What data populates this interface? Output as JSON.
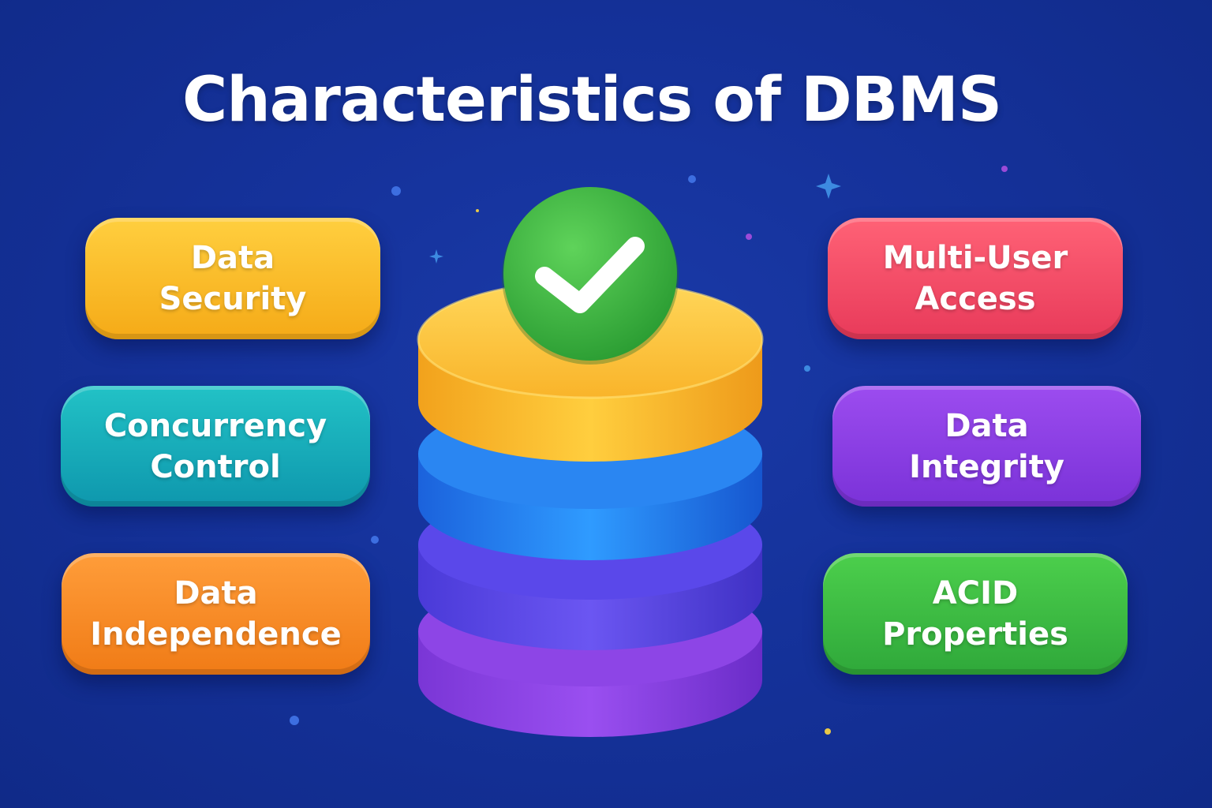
{
  "title": "Characteristics of DBMS",
  "left_items": [
    {
      "line1": "Data",
      "line2": "Security",
      "color": "#f7b52a"
    },
    {
      "line1": "Concurrency",
      "line2": "Control",
      "color": "#16aab8"
    },
    {
      "line1": "Data",
      "line2": "Independence",
      "color": "#f78a26"
    }
  ],
  "right_items": [
    {
      "line1": "Multi-User",
      "line2": "Access",
      "color": "#f24d66"
    },
    {
      "line1": "Data",
      "line2": "Integrity",
      "color": "#8a3fe3"
    },
    {
      "line1": "ACID",
      "line2": "Properties",
      "color": "#3dbb44"
    }
  ],
  "center": {
    "icon": "database-stack-icon",
    "badge_icon": "checkmark-icon",
    "layer_colors": [
      "#f9b92b",
      "#1f7ff0",
      "#5a45e6",
      "#8a3fe0"
    ],
    "badge_color": "#3cb43c"
  },
  "background_color": "#15329b"
}
